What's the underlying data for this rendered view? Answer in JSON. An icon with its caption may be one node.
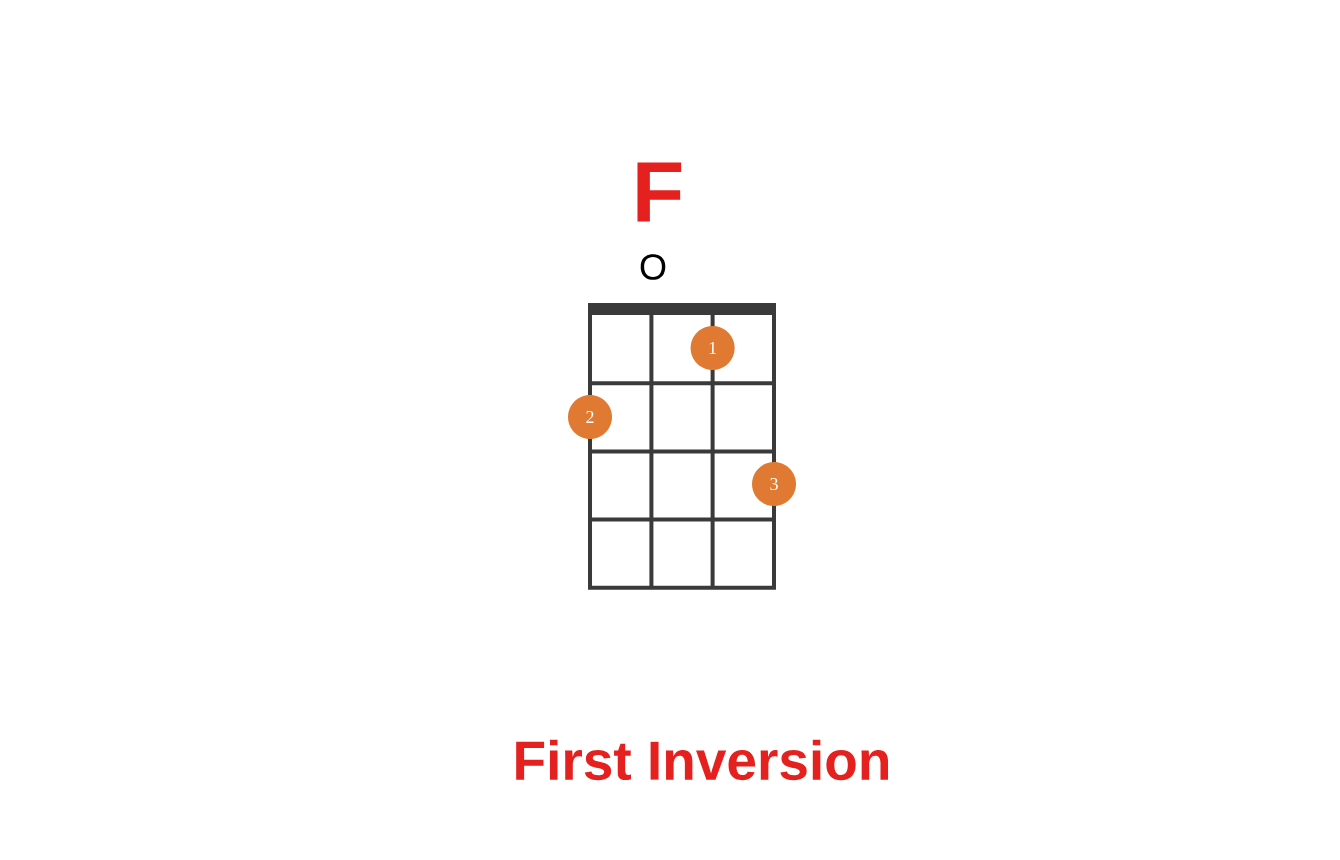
{
  "diagram": {
    "title": "F",
    "caption": "First Inversion",
    "nodes": [
      {
        "text": [
          "1"
        ]
      },
      {
        "text": [
          "2"
        ]
      },
      {
        "text": [
          "3"
        ]
      }
    ],
    "labels": [
      "O"
    ]
  }
}
